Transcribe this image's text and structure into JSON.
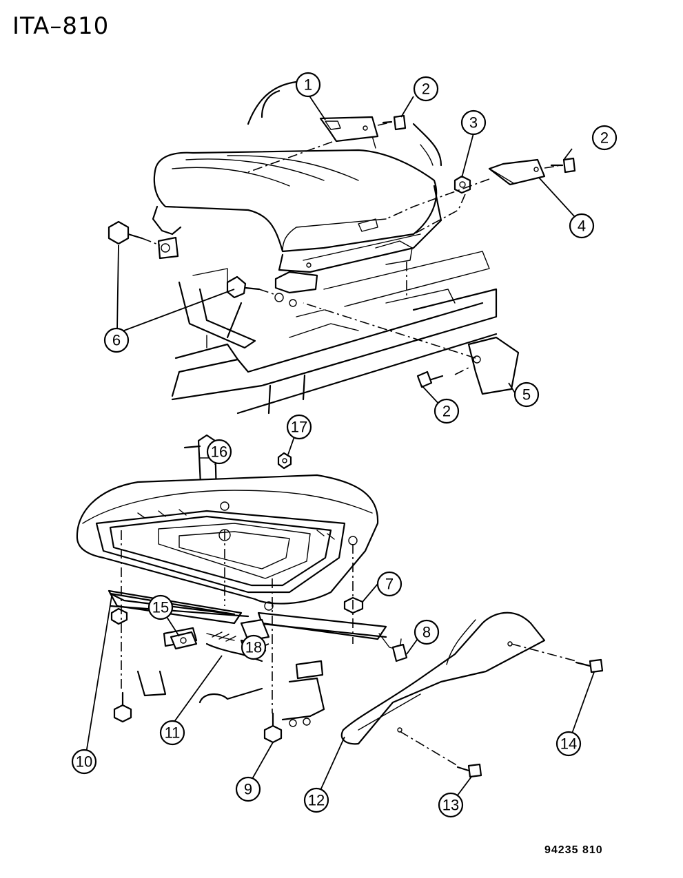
{
  "diagram": {
    "title": "ITA–810",
    "code": "94235 810",
    "callouts": [
      "1",
      "2",
      "2",
      "2",
      "3",
      "4",
      "5",
      "6",
      "7",
      "8",
      "9",
      "10",
      "11",
      "12",
      "13",
      "14",
      "15",
      "16",
      "17",
      "18"
    ]
  }
}
